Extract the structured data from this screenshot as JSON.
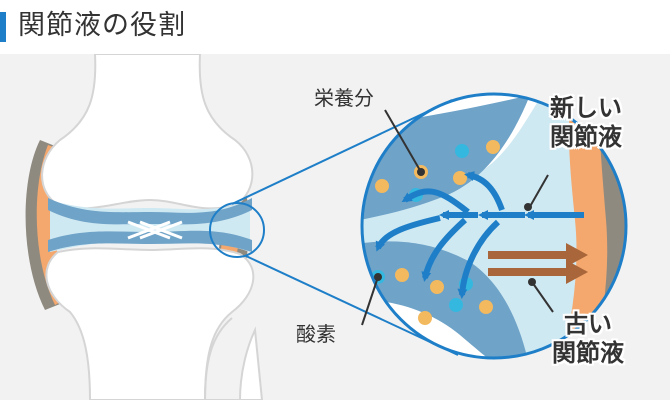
{
  "header": {
    "title": "関節液の役割"
  },
  "labels": {
    "nutrients": "栄養分",
    "oxygen": "酸素",
    "new_fluid_line1": "新しい",
    "new_fluid_line2": "関節液",
    "old_fluid_line1": "古い",
    "old_fluid_line2": "関節液"
  },
  "colors": {
    "accent": "#1e7fc8",
    "bone": "#ffffff",
    "bone_outline": "#d5d5d5",
    "cartilage": "#6fa3c8",
    "synovial_fluid": "#cfe9f3",
    "capsule_orange": "#f4a86e",
    "capsule_gray": "#8f8a80",
    "nutrient_dot": "#f3b95f",
    "oxygen_dot": "#35b8e0",
    "flow_arrow": "#1e7fc8",
    "old_arrow": "#a8663a"
  },
  "icons": [
    "blue-flow-arrow",
    "brown-old-fluid-arrow"
  ]
}
